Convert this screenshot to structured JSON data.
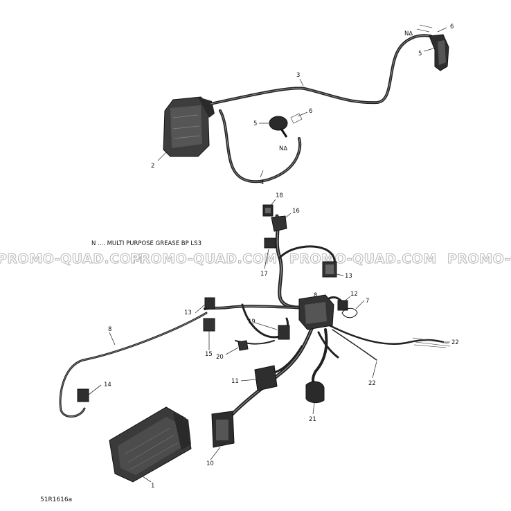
{
  "note": "N .... MULTI PURPOSE GREASE BP LS3",
  "reference": "51R1616a",
  "watermark": [
    "PROMO-QUAD.COM",
    "PROMO-QUAD.COM",
    "PROMO-QUAD.COM",
    "PROMO-Q"
  ],
  "callouts": {
    "c1": "1",
    "c2": "2",
    "c3": "3",
    "c4": "4",
    "c5a": "5",
    "c5b": "5",
    "c6a": "6",
    "c6b": "6",
    "c7": "7",
    "c8a": "8",
    "c8b": "8",
    "c10": "10",
    "c11": "11",
    "c12": "12",
    "c13a": "13",
    "c13b": "13",
    "c14": "14",
    "c15": "15",
    "c16": "16",
    "c17": "17",
    "c18": "18",
    "c19": "19",
    "c20": "20",
    "c21": "21",
    "c22a": "22",
    "c22b": "22"
  },
  "grease_marks": {
    "n1": "N∆",
    "n2": "N∆"
  },
  "colors": {
    "line": "#222222",
    "watermark": "#b9b9b9",
    "part_fill": "#3a3a3a"
  }
}
